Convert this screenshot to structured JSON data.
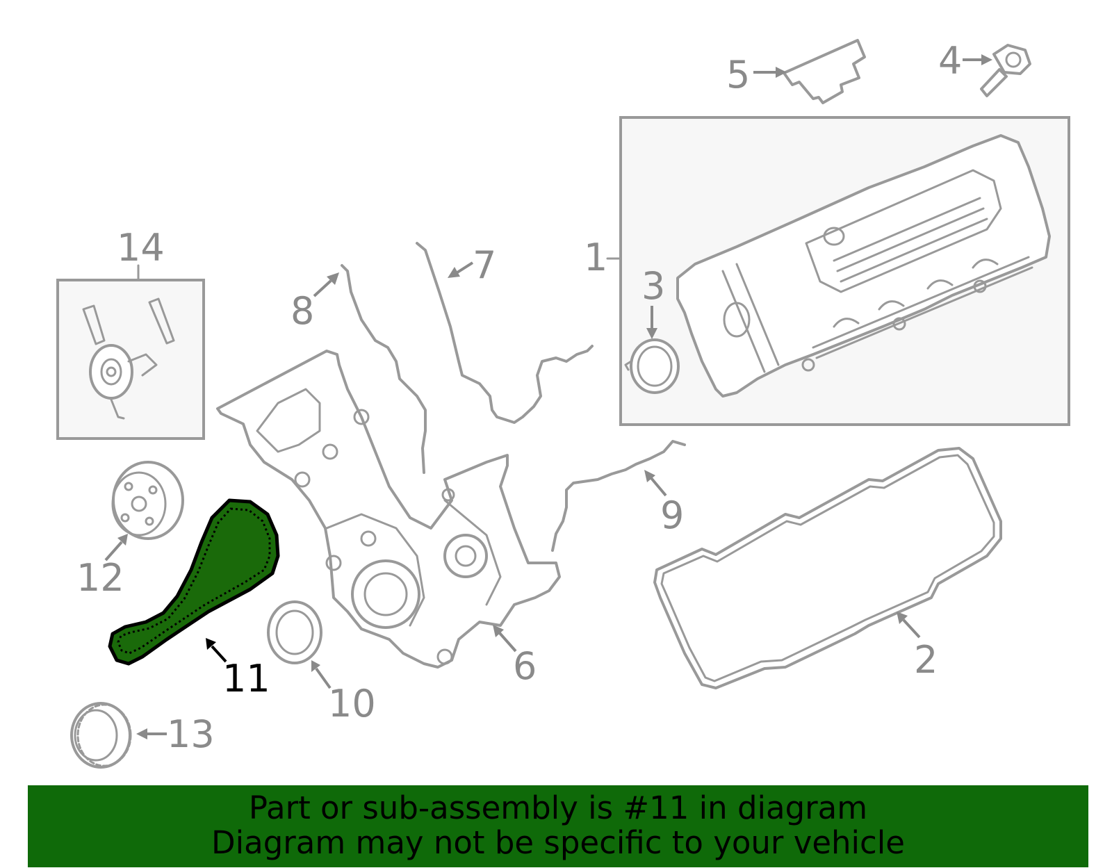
{
  "labels": {
    "p1": "1",
    "p2": "2",
    "p3": "3",
    "p4": "4",
    "p5": "5",
    "p6": "6",
    "p7": "7",
    "p8": "8",
    "p9": "9",
    "p10": "10",
    "p11": "11",
    "p12": "12",
    "p13": "13",
    "p14": "14"
  },
  "banner": {
    "line1": "Part or sub-assembly is #11 in diagram",
    "line2": "Diagram may not be specific to your vehicle"
  },
  "colors": {
    "highlight_fill": "#1a6a0a",
    "banner_bg": "#0f6a09",
    "part_stroke": "#999999",
    "label_gray": "#8a8a8a"
  }
}
